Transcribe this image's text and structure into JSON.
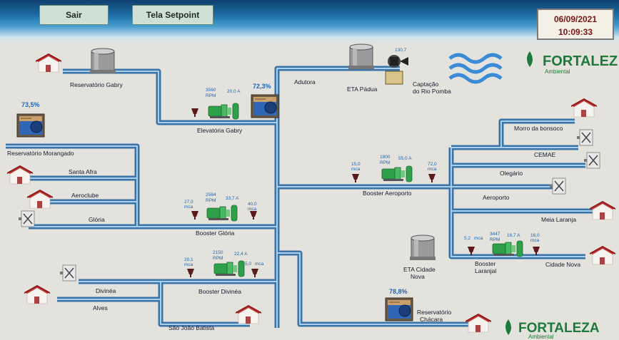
{
  "header": {
    "exit_label": "Sair",
    "setpoint_label": "Tela Setpoint",
    "date": "06/09/2021",
    "time": "10:09:33"
  },
  "brand": {
    "top_name": "FORTALEZ",
    "top_tag": "Ambiental",
    "bottom_name": "FORTALEZA",
    "bottom_tag": "Ambiental"
  },
  "labels": {
    "reservatorio_gabry": "Reservatório Gabry",
    "elevatoria_gabry": "Elevatória Gabry",
    "adutora": "Adutora",
    "eta_padua": "ETA Pádua",
    "captacao": "Captação",
    "do_rio_pomba": "do Rio Pomba",
    "reservatorio_morangado": "Reservatório Morangado",
    "santa_afra": "Santa Afra",
    "aeroclube": "Aeroclube",
    "gloria": "Glória",
    "booster_gloria": "Booster Glória",
    "divinea": "Divinéa",
    "booster_divinea": "Booster Divinéa",
    "alves": "Alves",
    "sao_joao_batista": "São João Batista",
    "booster_aeroporto": "Booster Aeroporto",
    "morro_do_bonsucesso": "Morro da bonsoco",
    "cemae": "CEMAE",
    "olegario": "Olegário",
    "aeroporto": "Aeroporto",
    "meia_laranja": "Meia Laranja",
    "eta_cidade_nova_1": "ETA Cidade",
    "eta_cidade_nova_2": "Nova",
    "booster_laranjal_1": "Booster",
    "booster_laranjal_2": "Laranjal",
    "cidade_nova": "Cidade Nova",
    "reservatorio_chacara_1": "Reservatório",
    "reservatorio_chacara_2": "Chácara"
  },
  "values": {
    "gabry_pct": "72,3%",
    "morangado_pct": "73,5%",
    "chacara_pct": "78,8%",
    "gabry_rpm": "3560",
    "gabry_current": "20,0 A",
    "gloria_rpm": "2584",
    "gloria_current": "33,7 A",
    "gloria_p_in": "27,0",
    "gloria_p_out": "40,0",
    "divinea_rpm": "2150",
    "divinea_current": "22,4 A",
    "divinea_p_in": "20,1",
    "divinea_p_out": "5,0",
    "aeroporto_rpm": "1800",
    "aeroporto_current": "55,0 A",
    "aeroporto_p_in": "15,0",
    "aeroporto_p_out": "72,0",
    "laranjal_rpm": "3447",
    "laranjal_current": "16,7 A",
    "laranjal_p_in": "5,2",
    "laranjal_p_out": "16,0",
    "captacao_value": "130,7",
    "unit_rpm": "RPM",
    "unit_mca": "mca"
  },
  "colors": {
    "pipe": "#3b74a6",
    "pipe_highlight": "#a8cfee",
    "house_roof": "#c62d2d",
    "pump": "#2fa04a",
    "brand_green": "#1e7a3a"
  }
}
